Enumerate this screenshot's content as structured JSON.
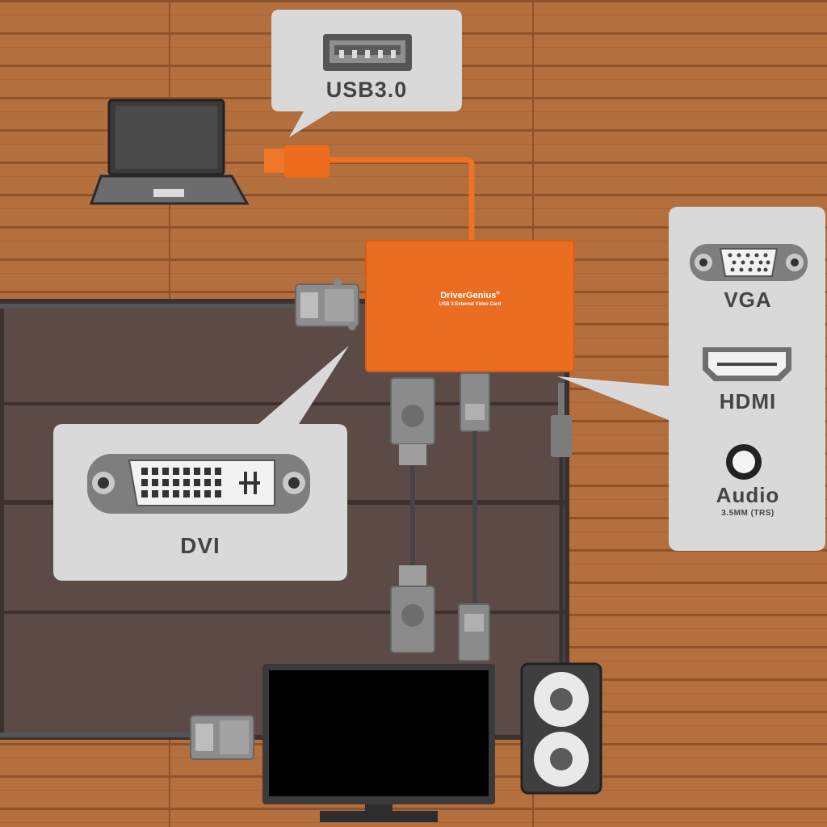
{
  "brand": {
    "name": "DriverGenius",
    "trademark": "®",
    "subtitle": "USB 3 External Video Card"
  },
  "callouts": {
    "usb": "USB3.0",
    "dvi": "DVI",
    "vga": "VGA",
    "hdmi": "HDMI",
    "audio": "Audio",
    "audio_spec": "3.5MM (TRS)"
  },
  "colors": {
    "wood": "#b06c3c",
    "wood_dark": "#8d5228",
    "adapter_orange": "#ea6f22",
    "desk": "#5e4b48",
    "connector_gray": "#8a8a8a",
    "callout_bg": "#d9d9d9",
    "label_text": "#444444"
  },
  "icons": [
    "laptop-icon",
    "monitor-icon",
    "speaker-icon",
    "usb-port-icon",
    "dvi-port-icon",
    "vga-port-icon",
    "hdmi-port-icon",
    "audio-jack-icon"
  ]
}
